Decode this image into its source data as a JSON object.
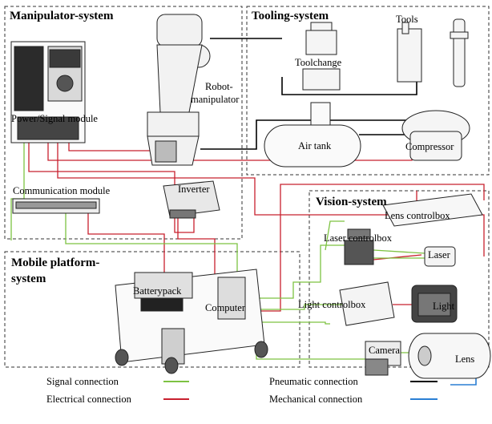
{
  "sections": {
    "manipulator": "Manipulator-system",
    "tooling": "Tooling-system",
    "vision": "Vision-system",
    "mobile_line1": "Mobile platform-",
    "mobile_line2": "system"
  },
  "components": {
    "power_signal": "Power/Signal module",
    "robot_line1": "Robot-",
    "robot_line2": "manipulator",
    "communication": "Communication module",
    "inverter": "Inverter",
    "toolchange": "Toolchange",
    "tools": "Tools",
    "air_tank": "Air tank",
    "compressor": "Compressor",
    "lens_controlbox": "Lens controlbox",
    "laser_controlbox": "Laser controlbox",
    "laser": "Laser",
    "light_controlbox": "Light controlbox",
    "light": "Light",
    "camera": "Camera",
    "lens": "Lens",
    "batterypack": "Batterypack",
    "computer": "Computer"
  },
  "legend": {
    "signal": "Signal connection",
    "electrical": "Electrical connection",
    "pneumatic": "Pneumatic connection",
    "mechanical": "Mechanical connection"
  },
  "colors": {
    "signal": "#7dc242",
    "electrical": "#c8202e",
    "pneumatic": "#000000",
    "mechanical": "#2a7fd4"
  }
}
